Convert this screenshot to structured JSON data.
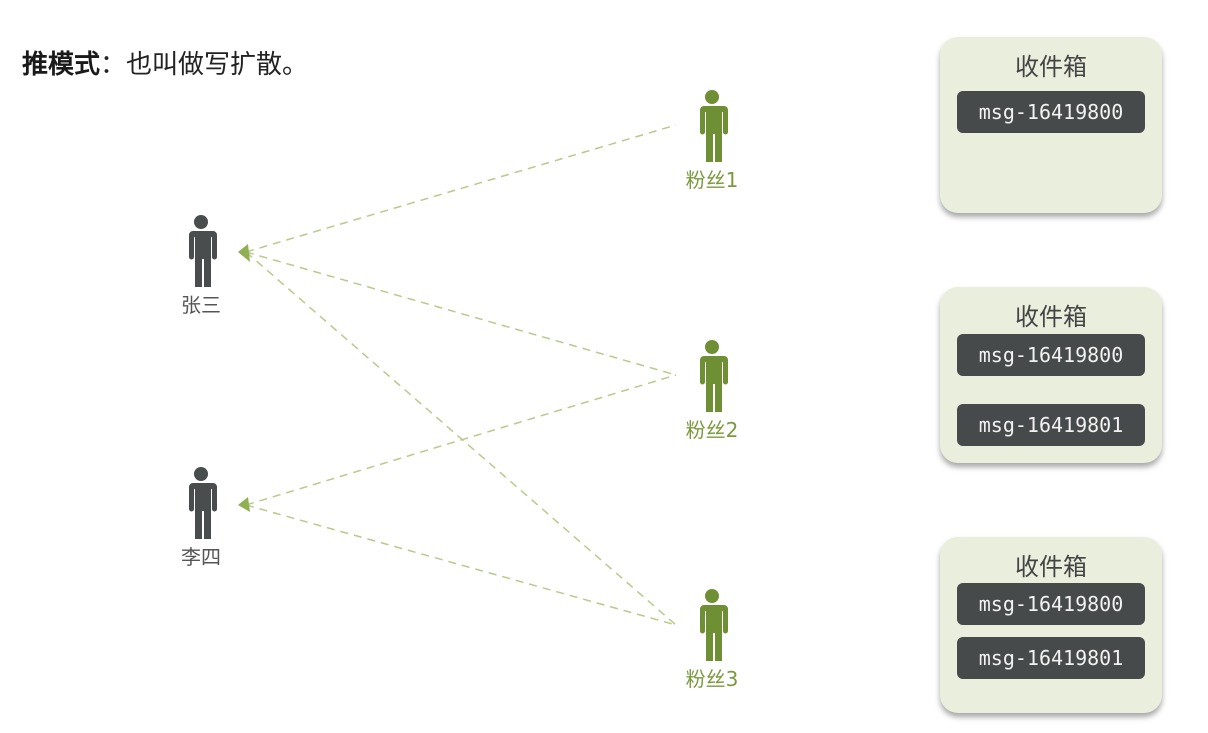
{
  "title": {
    "bold": "推模式",
    "rest": "：也叫做写扩散。"
  },
  "colors": {
    "dark_person": "#4a4d4d",
    "green_person": "#6f8f35",
    "inbox_bg": "#eaeedd",
    "msg_bg": "#464a4a",
    "line": "#b9c98c"
  },
  "publishers": [
    {
      "name": "张三"
    },
    {
      "name": "李四"
    }
  ],
  "fans": [
    {
      "name": "粉丝1"
    },
    {
      "name": "粉丝2"
    },
    {
      "name": "粉丝3"
    }
  ],
  "inboxes": [
    {
      "title": "收件箱",
      "messages": [
        "msg-16419800"
      ]
    },
    {
      "title": "收件箱",
      "messages": [
        "msg-16419800",
        "msg-16419801"
      ]
    },
    {
      "title": "收件箱",
      "messages": [
        "msg-16419800",
        "msg-16419801"
      ]
    }
  ]
}
